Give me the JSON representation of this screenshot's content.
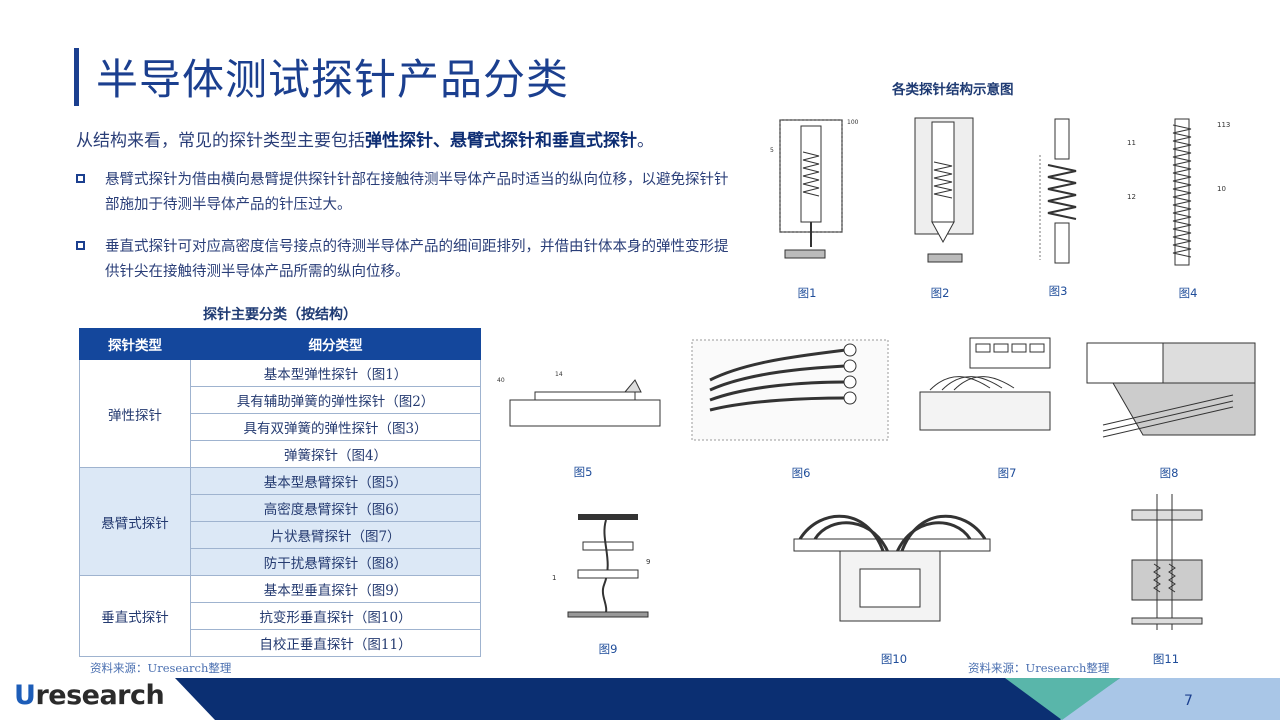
{
  "header": {
    "title": "半导体测试探针产品分类"
  },
  "lead": {
    "prefix": "从结构来看，常见的探针类型主要包括",
    "emphasis": "弹性探针、悬臂式探针和垂直式探针",
    "suffix": "。"
  },
  "bullets": [
    {
      "text": "悬臂式探针为借由横向悬臂提供探针针部在接触待测半导体产品时适当的纵向位移，以避免探针针部施加于待测半导体产品的针压过大。"
    },
    {
      "text": "垂直式探针可对应高密度信号接点的待测半导体产品的细间距排列，并借由针体本身的弹性变形提供针尖在接触待测半导体产品所需的纵向位移。"
    }
  ],
  "table": {
    "caption": "探针主要分类（按结构）",
    "headers": [
      "探针类型",
      "细分类型"
    ],
    "groups": [
      {
        "type": "弹性探针",
        "items": [
          "基本型弹性探针（图1）",
          "具有辅助弹簧的弹性探针（图2）",
          "具有双弹簧的弹性探针（图3）",
          "弹簧探针（图4）"
        ]
      },
      {
        "type": "悬臂式探针",
        "items": [
          "基本型悬臂探针（图5）",
          "高密度悬臂探针（图6）",
          "片状悬臂探针（图7）",
          "防干扰悬臂探针（图8）"
        ]
      },
      {
        "type": "垂直式探针",
        "items": [
          "基本型垂直探针（图9）",
          "抗变形垂直探针（图10）",
          "自校正垂直探针（图11）"
        ]
      }
    ],
    "source": "资料来源：Uresearch整理"
  },
  "figures": {
    "title": "各类探针结构示意图",
    "labels": [
      "图1",
      "图2",
      "图3",
      "图4",
      "图5",
      "图6",
      "图7",
      "图8",
      "图9",
      "图10",
      "图11"
    ],
    "source": "资料来源：Uresearch整理"
  },
  "footer": {
    "logo_u": "U",
    "logo_rest": "research",
    "page_number": "7"
  },
  "colors": {
    "primary": "#1b3f8f",
    "table_header": "#14479c",
    "band_row": "#dce8f6",
    "footer": "#0b2f72",
    "footer_teal": "#59b6aa"
  }
}
